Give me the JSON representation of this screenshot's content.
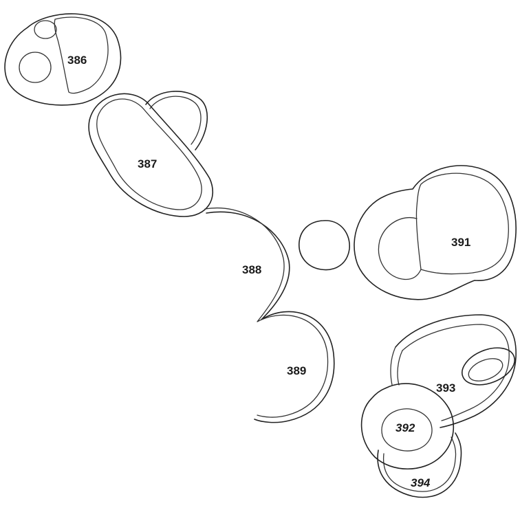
{
  "figure": {
    "labels": {
      "l386": "386",
      "l387": "387",
      "l388": "388",
      "l389": "389",
      "l391": "391",
      "l392": "392",
      "l393": "393",
      "l394": "394"
    },
    "colors": {
      "stroke": "#222222",
      "background": "#ffffff"
    }
  }
}
